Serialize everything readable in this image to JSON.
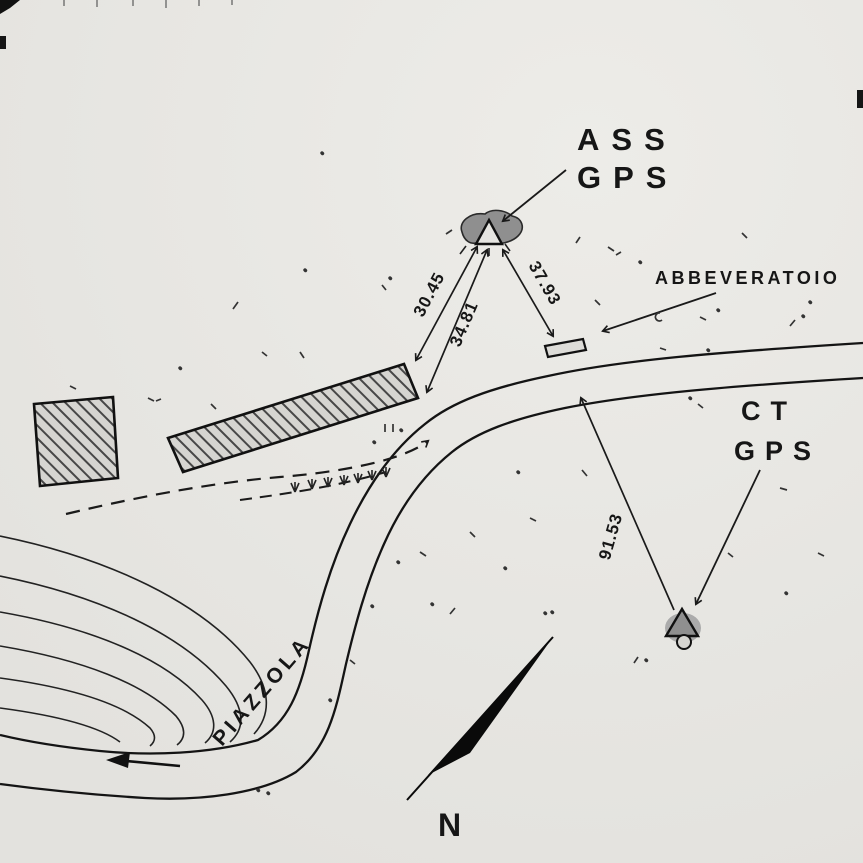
{
  "map": {
    "stations": {
      "ass": {
        "line1": "ASS",
        "line2": "GPS"
      },
      "ct": {
        "line1": "CT",
        "line2": "GPS"
      }
    },
    "labels": {
      "trough": "ABBEVERATOIO",
      "road": "PIAZZOLA",
      "north": "N"
    },
    "measurements": {
      "ass_to_building_left": "30.45",
      "ass_to_building_right": "34.81",
      "ass_to_trough": "37.93",
      "ct_to_road": "91.53"
    },
    "colors": {
      "paper": "#e7e6e2",
      "ink": "#1a1a1a",
      "station_fill": "#8f8f8f",
      "building_fill": "#d6d5d1"
    }
  }
}
